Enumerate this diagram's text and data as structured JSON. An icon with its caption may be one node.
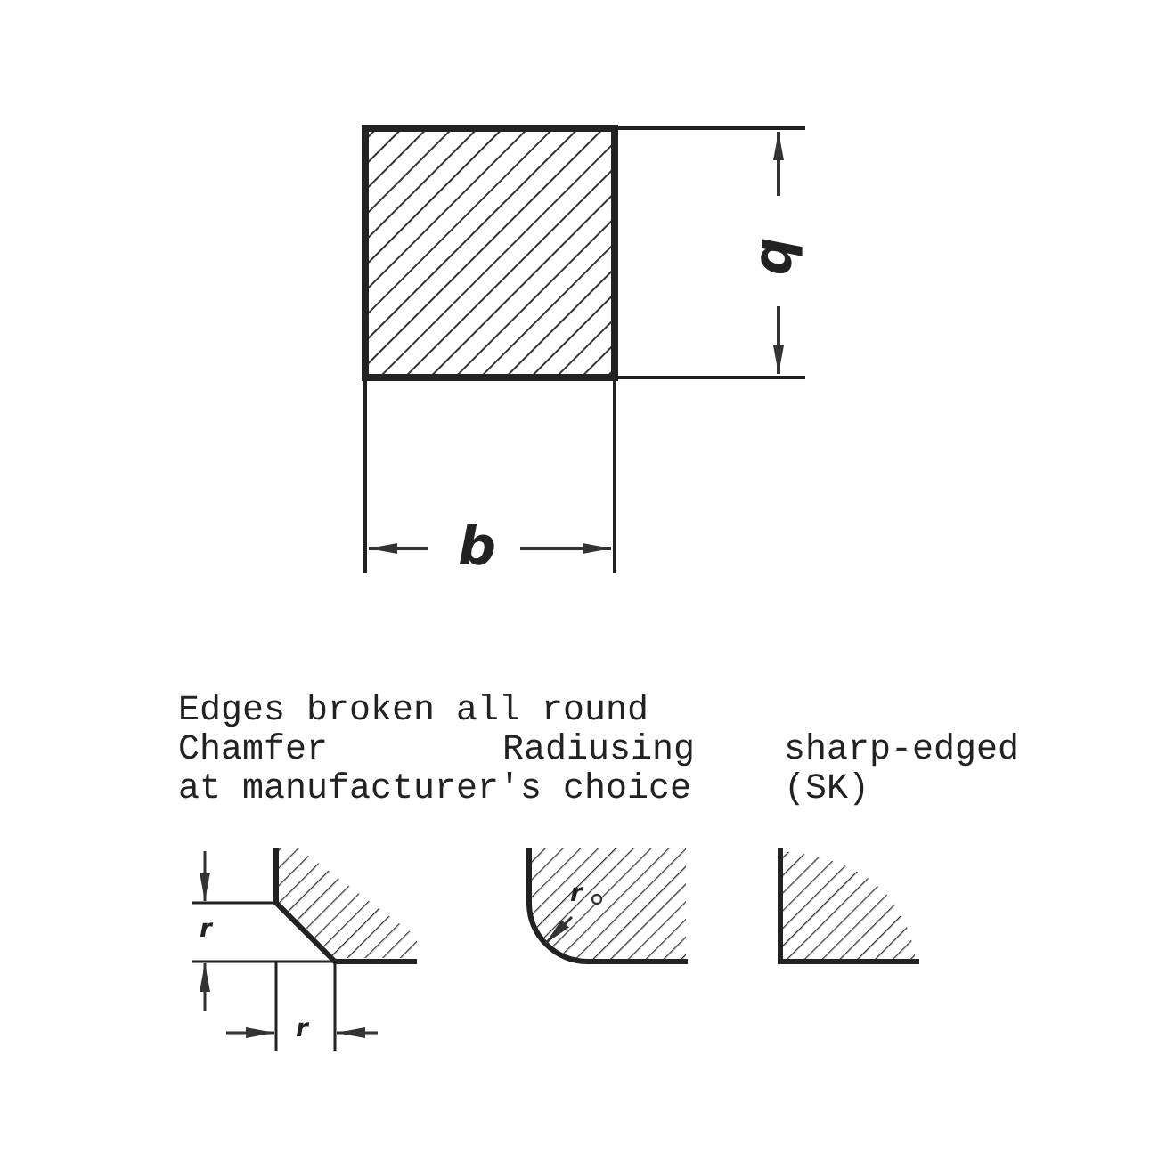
{
  "diagram": {
    "labels": [
      "b",
      "b",
      "Edges broken all round",
      "Chamfer",
      "Radiusing",
      "sharp-edged",
      "at manufacturer's choice",
      "(SK)",
      "r",
      "r",
      "r"
    ]
  }
}
